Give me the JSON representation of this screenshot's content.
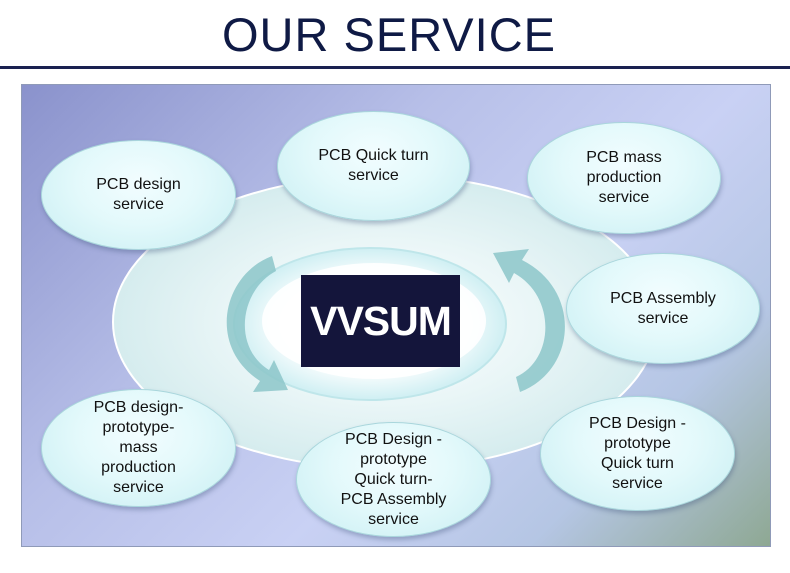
{
  "page": {
    "title": "OUR SERVICE"
  },
  "center": {
    "logo_text": "VVSUM"
  },
  "services": [
    {
      "id": "pcb-design",
      "label": "PCB design\nservice"
    },
    {
      "id": "pcb-quick-turn",
      "label": "PCB Quick turn\nservice"
    },
    {
      "id": "pcb-mass-production",
      "label": "PCB mass\nproduction\nservice"
    },
    {
      "id": "pcb-assembly",
      "label": "PCB Assembly\nservice"
    },
    {
      "id": "pcb-design-prototype-quick-turn",
      "label": "PCB Design  -\nprototype\nQuick turn\nservice"
    },
    {
      "id": "pcb-design-prototype-quick-turn-assembly",
      "label": "PCB Design  -\nprototype\nQuick turn-\nPCB Assembly\nservice"
    },
    {
      "id": "pcb-design-prototype-mass-production",
      "label": "PCB design-\nprototype-\nmass\nproduction\nservice"
    }
  ],
  "colors": {
    "title": "#0f1a45",
    "logo_background": "#14153b",
    "bubble_fill": "#e3f9fb",
    "arrow": "#8cc6c9"
  }
}
